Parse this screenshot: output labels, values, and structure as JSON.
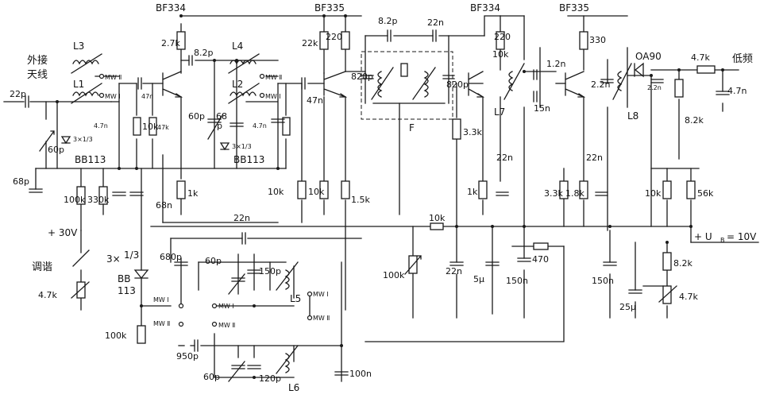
{
  "transistors": {
    "t1": "BF334",
    "t2": "BF335",
    "t3": "BF334",
    "t4": "BF335",
    "diode": "OA90"
  },
  "terminals": {
    "antenna": [
      "外接",
      "天线"
    ],
    "audio_out": "低频",
    "supply_ub": "+ U",
    "supply_ub_sub": "B",
    "supply_ub_val": "= 10V",
    "plus30": "+ 30V",
    "tuning": "调谐"
  },
  "inductors": {
    "l1": "L1",
    "l2": "L2",
    "l3": "L3",
    "l4": "L4",
    "l5": "L5",
    "l6": "L6",
    "l7": "L7",
    "l8": "L8",
    "filter": "F"
  },
  "switch_labels": {
    "mw2_a": "MW Ⅱ",
    "mw1_a": "MW Ⅰ",
    "mw2_b": "MW Ⅱ",
    "mw1_b": "MW Ⅰ",
    "mw1_c": "MW Ⅰ",
    "mw2_c": "MW Ⅱ",
    "mw1_d": "MW Ⅰ",
    "mw2_d": "MW Ⅱ",
    "mw1_e": "MW Ⅰ",
    "mw2_e": "MW Ⅱ"
  },
  "diodes": {
    "bb113_a": "BB113",
    "bb113_b": "BB113",
    "bb113_c": [
      "BB",
      "113"
    ],
    "diode_arr_a": "3×1/3",
    "diode_arr_b": "3×1/3",
    "diode_arr_c": "3×",
    "diode_arr_c_frac": "1/3"
  },
  "components": {
    "c_in": "22p",
    "c_60p_a": "60p",
    "c_68p": "68p",
    "c_47n_a": "47n",
    "c_47n_a2": "4.7n",
    "r_10k_a": "10k",
    "r_47k": "47k",
    "r_27k": "2.7k",
    "c_82p_a": "8.2p",
    "c_60p_b": "60p",
    "c_68p_b": "68",
    "c_68p_b2": "p",
    "r_1k_a": "1k",
    "r_68n": "68n",
    "c_47n_b2": "4.7n",
    "r_22k": "22k",
    "r_220_a": "220",
    "c_820p_a": "820p",
    "c_47n_b": "47n",
    "r_10k_b": "10k",
    "r_10k_c": "10k",
    "r_15k": "1.5k",
    "c_82p_b": "8.2p",
    "c_22n_a": "22n",
    "c_820p_b": "820p",
    "r_220_b": "220",
    "r_10k_d": "10k",
    "r_33k_a": "3.3k",
    "c_22n_b": "22n",
    "r_1k_b": "1k",
    "c_12n": "1.2n",
    "c_15n": "15n",
    "r_330": "330",
    "c_22n_c": "2.2n",
    "c_22n_d": "2.2n",
    "r_33k_b": "3.3k",
    "r_18k": "1.8k",
    "c_22n_e": "22n",
    "r_47k_out": "4.7k",
    "c_47n_out": "4.7n",
    "r_82k_a": "8.2k",
    "r_10k_e": "10k",
    "r_56k": "56k",
    "r_100k_a": "100k",
    "r_330k": "330k",
    "r_47k_pot": "4.7k",
    "c_22n_f": "22n",
    "r_10k_f": "10k",
    "r_100k_pot": "100k",
    "c_22n_g": "22n",
    "c_5u": "5μ",
    "c_150n_a": "150n",
    "r_470": "470",
    "c_150n_b": "150n",
    "c_25u": "25μ",
    "r_82k_b": "8.2k",
    "r_47k_pot2": "4.7k",
    "c_680p": "680p",
    "c_60p_c": "60p",
    "c_150p": "150p",
    "r_100k_b": "100k",
    "c_950p": "950p",
    "c_60p_d": "60p",
    "c_120p": "120p",
    "c_100n": "100n"
  }
}
